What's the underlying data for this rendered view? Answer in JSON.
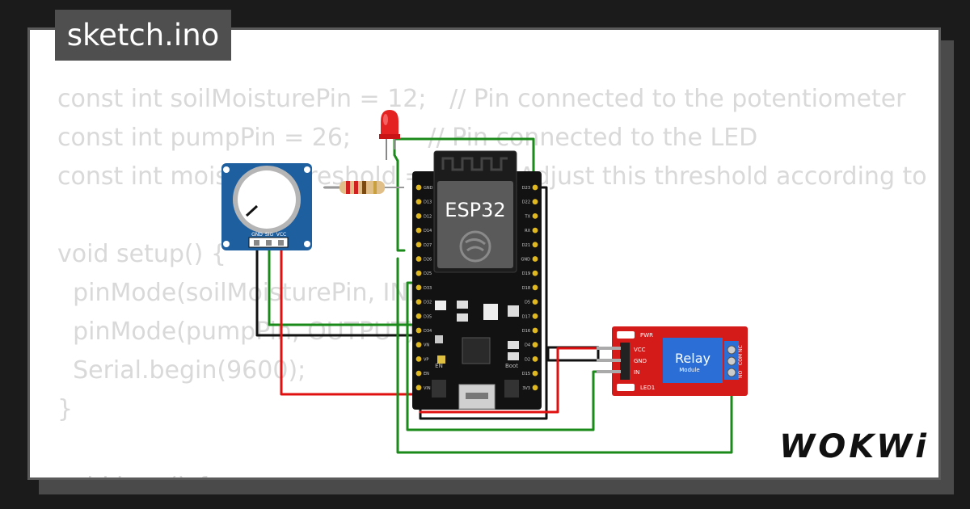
{
  "tab": {
    "title": "sketch.ino"
  },
  "code": {
    "lines": [
      "const int soilMoisturePin = 12;   // Pin connected to the potentiometer",
      "const int pumpPin = 26;          // Pin connected to the LED",
      "const int moistureThreshold = 500; // Adjust this threshold according to",
      "",
      "void setup() {",
      "  pinMode(soilMoisturePin, INPUT);",
      "  pinMode(pumpPin, OUTPUT);",
      "  Serial.begin(9600);",
      "}",
      "",
      "void loop() {"
    ]
  },
  "board": {
    "name": "ESP32",
    "left_pins": [
      "GND",
      "D13",
      "D12",
      "D14",
      "D27",
      "D26",
      "D25",
      "D33",
      "D32",
      "D35",
      "D34",
      "VN",
      "VP",
      "EN",
      "VIN"
    ],
    "right_pins": [
      "D23",
      "D22",
      "TX",
      "RX",
      "D21",
      "GND",
      "D19",
      "D18",
      "D5",
      "D17",
      "D16",
      "D4",
      "D2",
      "D15",
      "3V3"
    ],
    "buttons": {
      "en": "EN",
      "boot": "Boot"
    }
  },
  "potentiometer": {
    "pins": [
      "GND",
      "SIG",
      "VCC"
    ]
  },
  "relay": {
    "title": "Relay",
    "subtitle": "Module",
    "pins": [
      "VCC",
      "GND",
      "IN"
    ],
    "terminals": [
      "NO",
      "COM",
      "NC"
    ],
    "leds": [
      "PWR",
      "LED1"
    ]
  },
  "brand": {
    "logo": "WOKWi"
  },
  "colors": {
    "wire_green": "#1a8a1a",
    "wire_red": "#e01010",
    "wire_black": "#111111",
    "relay_red": "#d51a1a",
    "pot_blue": "#1e5fa0"
  }
}
